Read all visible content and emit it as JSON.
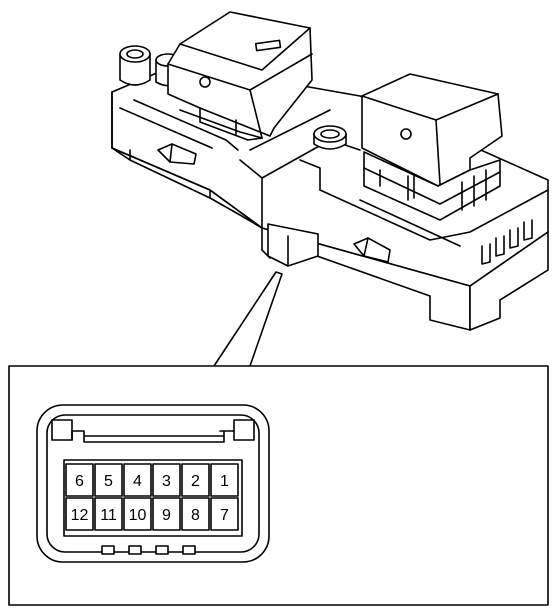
{
  "connector": {
    "top_row": [
      "6",
      "5",
      "4",
      "3",
      "2",
      "1"
    ],
    "bottom_row": [
      "12",
      "11",
      "10",
      "9",
      "8",
      "7"
    ]
  }
}
